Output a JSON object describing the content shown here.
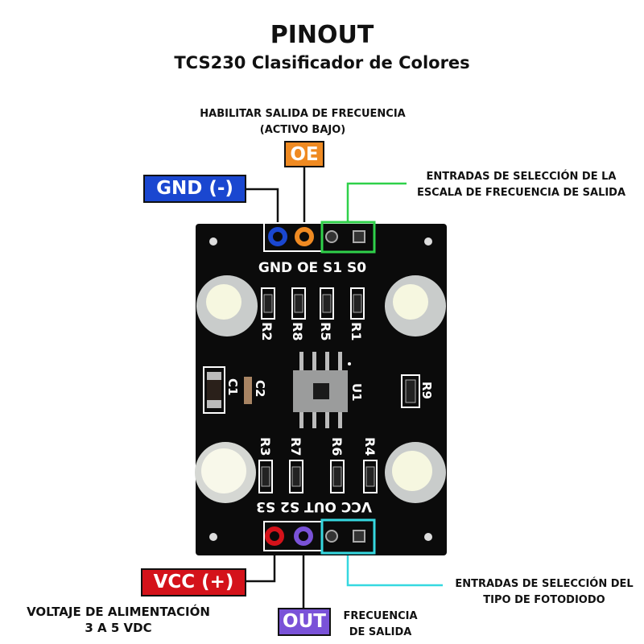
{
  "header": {
    "title": "PINOUT",
    "subtitle": "TCS230 Clasificador de Colores"
  },
  "colors": {
    "gnd": "#1a47d0",
    "oe": "#ef8a22",
    "vcc": "#d4121a",
    "out": "#7a52d8",
    "freq_scale": "#2fd14a",
    "photodiode": "#36d8e0",
    "board": "#0b0b0b"
  },
  "pins": {
    "gnd": {
      "label": "GND (-)"
    },
    "oe": {
      "label": "OE",
      "description_line1": "HABILITAR SALIDA DE FRECUENCIA",
      "description_line2": "(ACTIVO BAJO)"
    },
    "scale": {
      "description_line1": "ENTRADAS DE SELECCIÓN DE LA",
      "description_line2": "ESCALA DE FRECUENCIA DE SALIDA"
    },
    "vcc": {
      "label": "VCC (+)",
      "description_line1": "VOLTAJE DE ALIMENTACIÓN",
      "description_line2": "3 A 5 VDC"
    },
    "out": {
      "label": "OUT",
      "description_line1": "FRECUENCIA",
      "description_line2": "DE SALIDA"
    },
    "photodiode": {
      "description_line1": "ENTRADAS DE SELECCIÓN DEL",
      "description_line2": "TIPO DE FOTODIODO"
    }
  },
  "board": {
    "top_silk": "GND OE S1 S0",
    "bottom_silk": "VCC OUT S2 S3",
    "top_resistors": [
      "R2",
      "R8",
      "R5",
      "R1"
    ],
    "bottom_resistors": [
      "R3",
      "R7",
      "R6",
      "R4"
    ],
    "caps": [
      "C1",
      "C2"
    ],
    "chip": "U1",
    "r9": "R9"
  }
}
